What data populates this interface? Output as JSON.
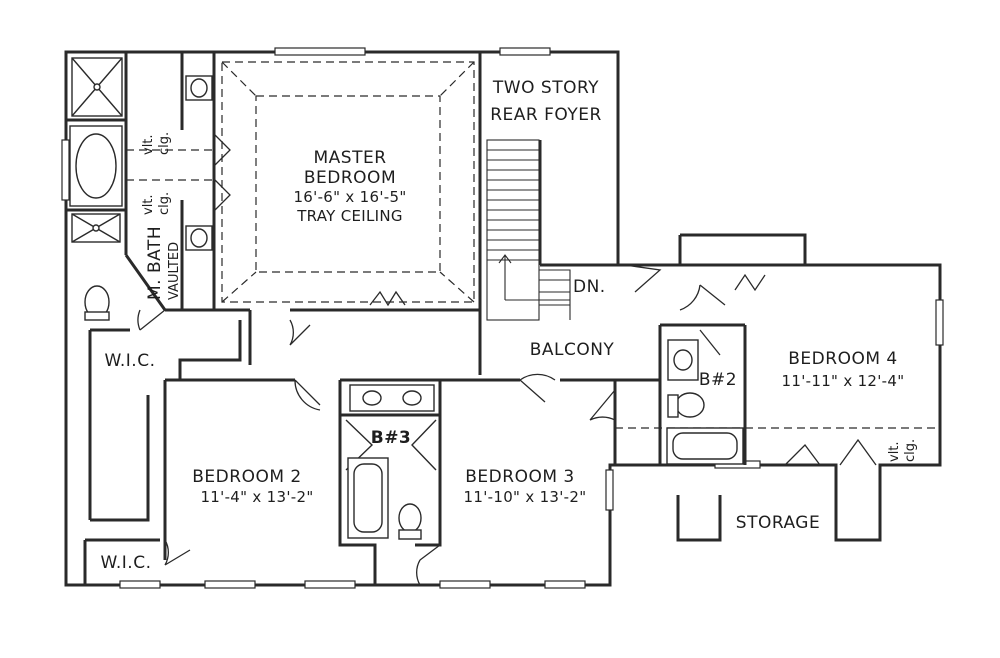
{
  "rooms": {
    "master_bedroom": {
      "name_line1": "MASTER",
      "name_line2": "BEDROOM",
      "dimensions": "16'-6\" x 16'-5\"",
      "note": "TRAY CEILING"
    },
    "two_story_rear_foyer": {
      "line1": "TWO STORY",
      "line2": "REAR FOYER"
    },
    "stairs_down": "DN.",
    "master_bath": {
      "line1": "M. BATH",
      "line2": "VAULTED"
    },
    "vaulted_ceiling_note_1": {
      "line1": "vlt.",
      "line2": "clg."
    },
    "vaulted_ceiling_note_2": {
      "line1": "vlt.",
      "line2": "clg."
    },
    "vaulted_ceiling_note_3": {
      "line1": "vlt.",
      "line2": "clg."
    },
    "walk_in_closet_upper": "W.I.C.",
    "walk_in_closet_lower": "W.I.C.",
    "balcony": "BALCONY",
    "bath_3": "B#3",
    "bath_2": "B#2",
    "bedroom_2": {
      "name": "BEDROOM 2",
      "dimensions": "11'-4\" x 13'-2\""
    },
    "bedroom_3": {
      "name": "BEDROOM 3",
      "dimensions": "11'-10\" x 13'-2\""
    },
    "bedroom_4": {
      "name": "BEDROOM 4",
      "dimensions": "11'-11\" x 12'-4\""
    },
    "storage": "STORAGE"
  }
}
